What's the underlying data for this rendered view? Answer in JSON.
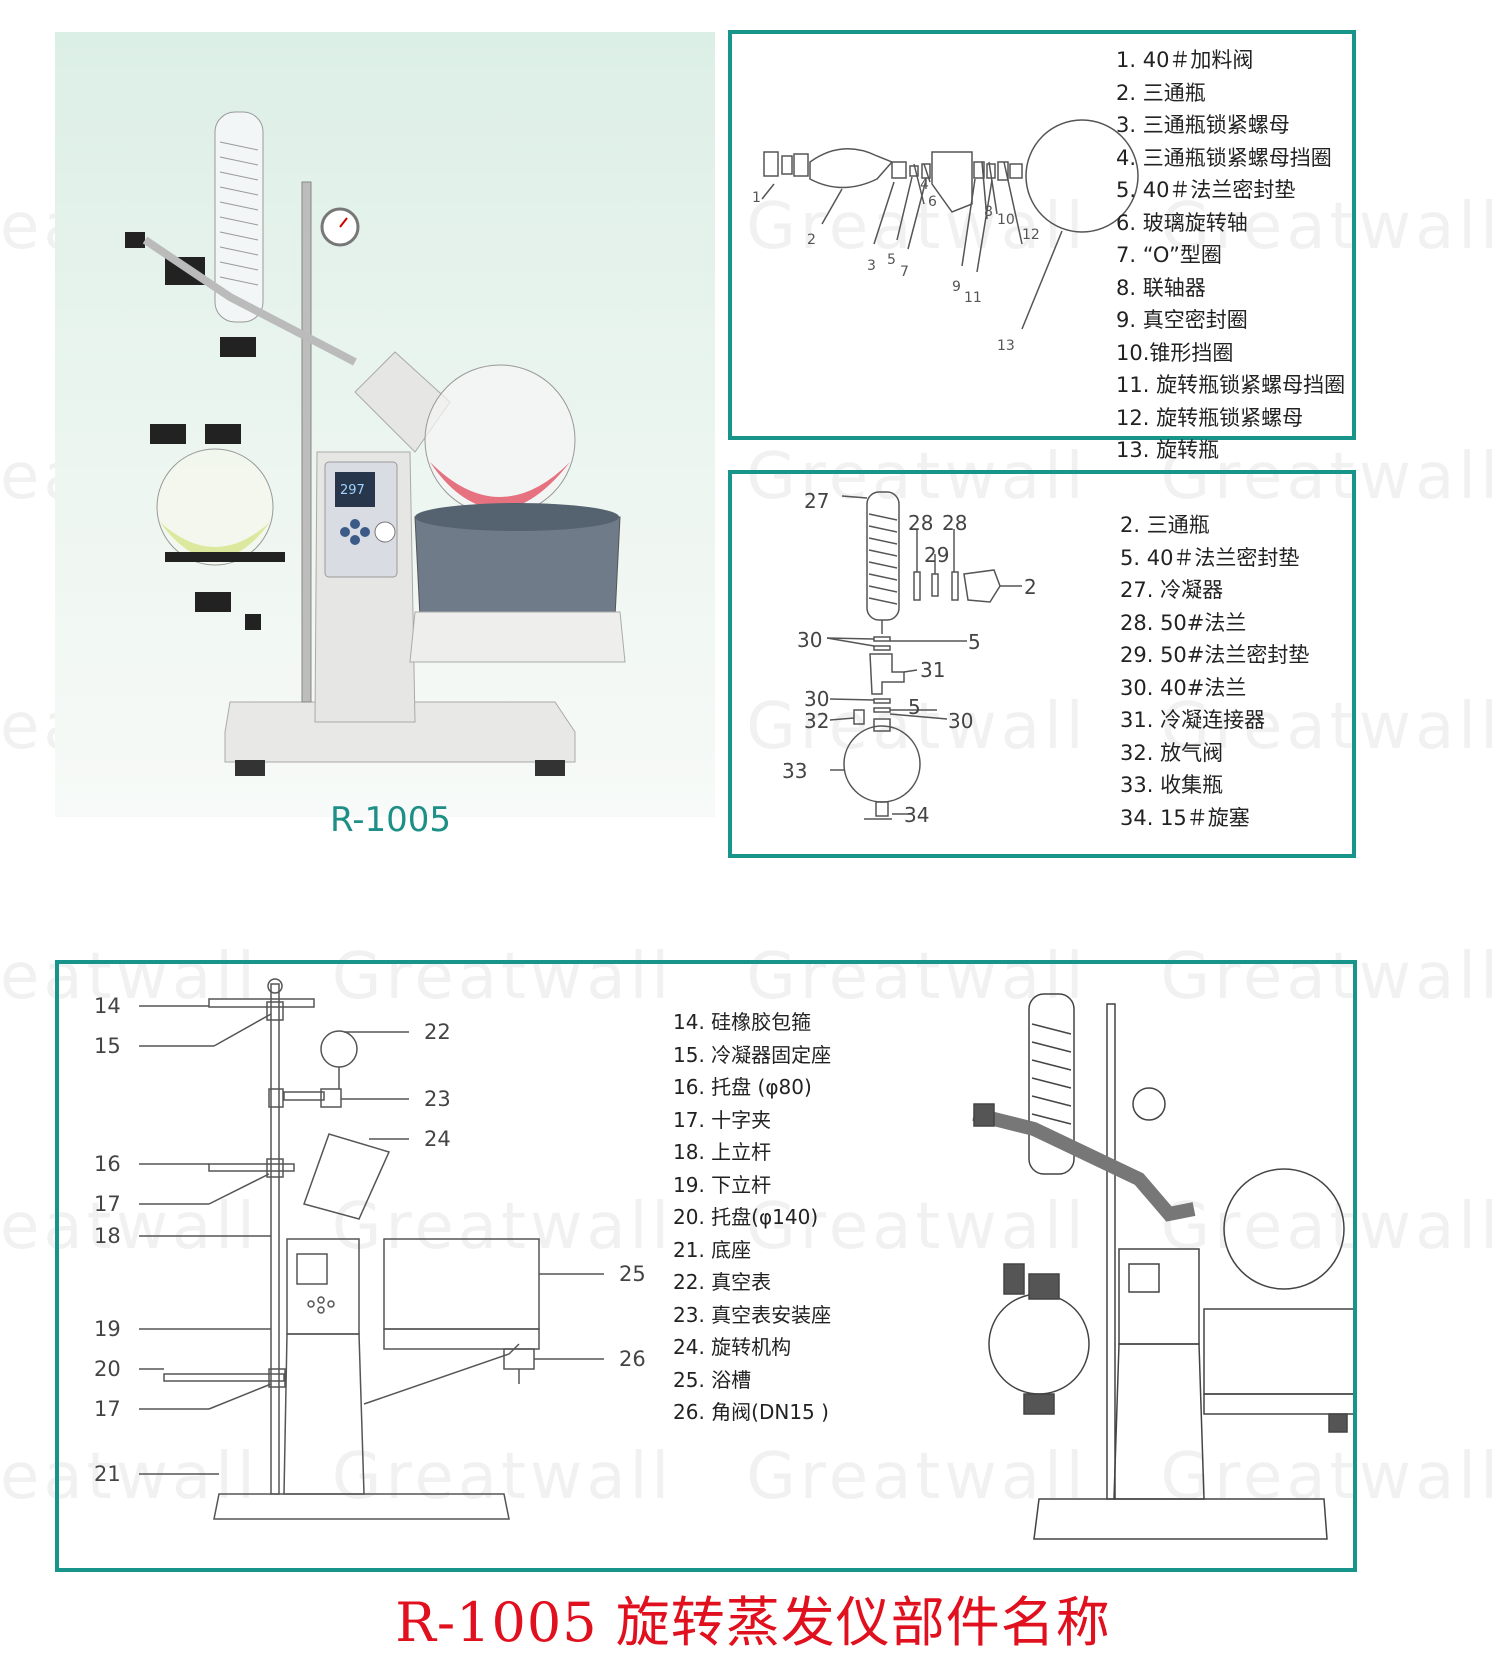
{
  "photo": {
    "model_label": "R-1005"
  },
  "box1": {
    "parts": [
      "1. 40＃加料阀",
      "2. 三通瓶",
      "3. 三通瓶锁紧螺母",
      "4. 三通瓶锁紧螺母挡圈",
      "5. 40＃法兰密封垫",
      "6. 玻璃旋转轴",
      "7.  “O”型圈",
      "8. 联轴器",
      "9. 真空密封圈",
      "10.锥形挡圈",
      "11. 旋转瓶锁紧螺母挡圈",
      "12. 旋转瓶锁紧螺母",
      "13. 旋转瓶"
    ],
    "callouts": [
      "1",
      "2",
      "3",
      "4",
      "5",
      "6",
      "7",
      "8",
      "9",
      "10",
      "11",
      "12",
      "13"
    ]
  },
  "box2": {
    "parts": [
      "2. 三通瓶",
      "5. 40＃法兰密封垫",
      "27. 冷凝器",
      "28. 50#法兰",
      "29. 50#法兰密封垫",
      "30. 40#法兰",
      "31. 冷凝连接器",
      "32. 放气阀",
      "33. 收集瓶",
      "34. 15＃旋塞"
    ],
    "callouts": [
      "27",
      "28",
      "28",
      "29",
      "2",
      "30",
      "5",
      "31",
      "30",
      "5",
      "32",
      "30",
      "33",
      "34"
    ]
  },
  "box3": {
    "parts": [
      "14. 硅橡胶包箍",
      "15. 冷凝器固定座",
      "16. 托盘 (φ80)",
      "17. 十字夹",
      "18. 上立杆",
      "19. 下立杆",
      "20. 托盘(φ140)",
      "21. 底座",
      "22. 真空表",
      "23. 真空表安装座",
      "24. 旋转机构",
      "25. 浴槽",
      "26. 角阀(DN15 )"
    ],
    "callouts": [
      "14",
      "15",
      "16",
      "17",
      "18",
      "19",
      "20",
      "17",
      "21",
      "22",
      "23",
      "24",
      "25",
      "26"
    ]
  },
  "footer": {
    "title": "R-1005 旋转蒸发仪部件名称"
  },
  "colors": {
    "frame": "#17958a",
    "title": "#e0101e",
    "model": "#1d8f86"
  }
}
